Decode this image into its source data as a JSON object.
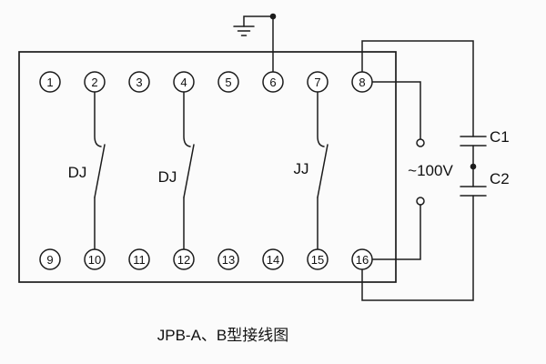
{
  "diagram": {
    "caption": "JPB-A、B型接线图",
    "terminals": {
      "top": [
        "1",
        "2",
        "3",
        "4",
        "5",
        "6",
        "7",
        "8"
      ],
      "bottom": [
        "9",
        "10",
        "11",
        "12",
        "13",
        "14",
        "15",
        "16"
      ]
    },
    "contacts": {
      "dj1": "DJ",
      "dj2": "DJ",
      "jj": "JJ"
    },
    "supply": {
      "voltage": "~100V"
    },
    "capacitors": {
      "c1": "C1",
      "c2": "C2"
    },
    "icons": {
      "ground": "earth-ground-symbol"
    },
    "colors": {
      "line": "#1c1c1c",
      "background": "#fbfbfb"
    }
  }
}
